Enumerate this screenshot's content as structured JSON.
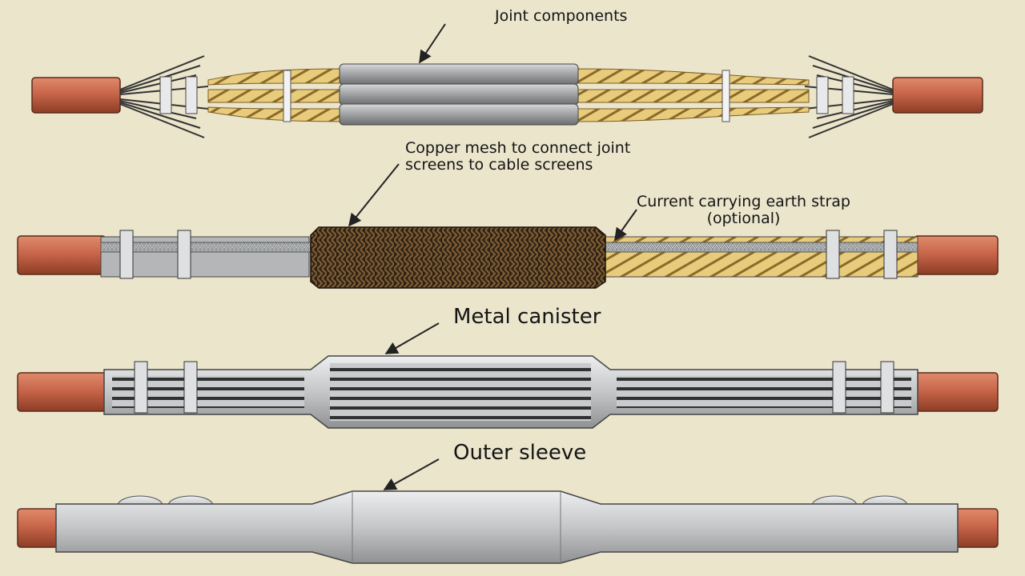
{
  "labels": {
    "joint_components": "Joint components",
    "copper_mesh": "Copper mesh to connect joint\nscreens to cable screens",
    "earth_strap": "Current carrying earth strap\n(optional)",
    "metal_canister": "Metal canister",
    "outer_sleeve": "Outer sleeve"
  },
  "colors": {
    "background": "#ebe5cc",
    "cable_core": "#c8664a",
    "grey_body": "#a9abad",
    "light_grey": "#cfd1d3",
    "tape": "#e7cf8a",
    "copper_mesh": "#3a2a17",
    "arrow": "#222222"
  }
}
